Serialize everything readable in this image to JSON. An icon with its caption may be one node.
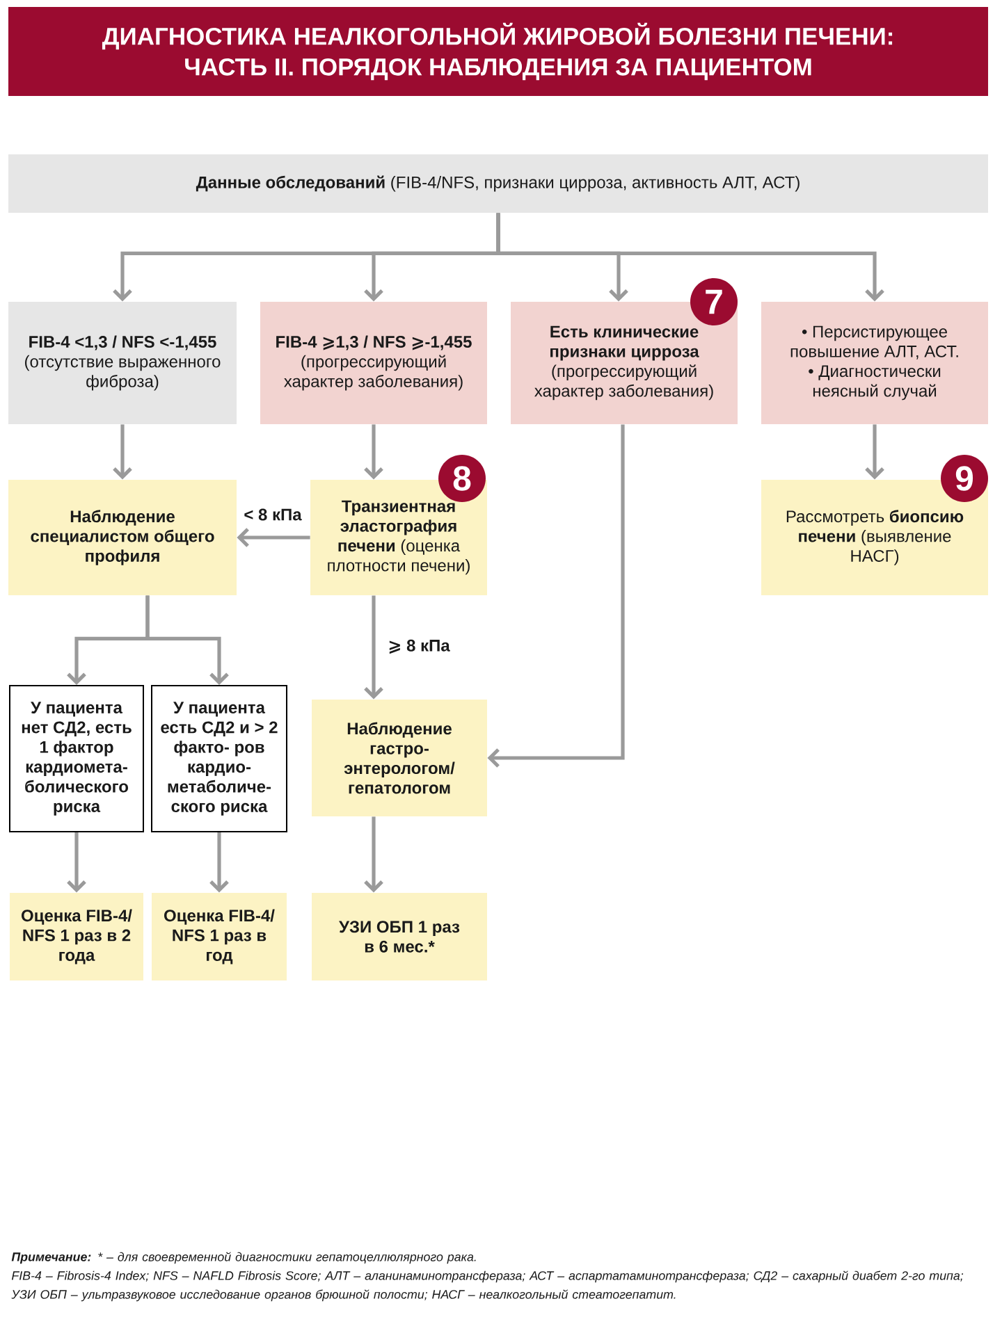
{
  "diagram": {
    "title": "ДИАГНОСТИКА НЕАЛКОГОЛЬНОЙ ЖИРОВОЙ БОЛЕЗНИ ПЕЧЕНИ: ЧАСТЬ II. ПОРЯДОК НАБЛЮДЕНИЯ ЗА ПАЦИЕНТОМ",
    "nodes": [
      {
        "text": [
          "**Данные обследований** (FIB-4/NFS, признаки цирроза, активность АЛТ, АСТ)"
        ]
      },
      {
        "text": [
          "FIB-4 <1,3 / NFS <-1,455",
          "(отсутствие выраженного фиброза)"
        ]
      },
      {
        "text": [
          "FIB-4 ⩾1,3 / NFS ⩾-1,455",
          "(прогрессирующий характер заболевания)"
        ]
      },
      {
        "text": [
          "Есть клинические признаки цирроза",
          "(прогрессирующий характер заболевания)"
        ]
      },
      {
        "text": [
          "7"
        ]
      },
      {
        "text": [
          "• Персистирующее повышение АЛТ, АСТ.",
          "• Диагностически неясный случай"
        ]
      },
      {
        "text": [
          "Наблюдение специалистом общего профиля"
        ]
      },
      {
        "text": [
          "**Транзиентная эластография печени** (оценка плотности печени)"
        ]
      },
      {
        "text": [
          "8"
        ]
      },
      {
        "text": [
          "Рассмотреть **биопсию печени** (выявление НАСГ)"
        ]
      },
      {
        "text": [
          "9"
        ]
      },
      {
        "text": [
          "У пациента нет СД2, есть 1 фактор кардиомета- болического риска"
        ]
      },
      {
        "text": [
          "У пациента есть СД2 и > 2 факто- ров кардио- метаболиче- ского риска"
        ]
      },
      {
        "text": [
          "Наблюдение гастро- энтерологом/ гепатологом"
        ]
      },
      {
        "text": [
          "Оценка FIB-4/ NFS 1 раз в 2 года"
        ]
      },
      {
        "text": [
          "Оценка FIB-4/ NFS 1 раз в год"
        ]
      },
      {
        "text": [
          "УЗИ ОБП 1 раз в 6 мес.*"
        ]
      }
    ],
    "edges": [
      {
        "from": 0,
        "to": 1,
        "arrow": "to"
      },
      {
        "from": 0,
        "to": 2,
        "arrow": "to"
      },
      {
        "from": 0,
        "to": 3,
        "arrow": "to"
      },
      {
        "from": 0,
        "to": 5,
        "arrow": "to"
      },
      {
        "from": 1,
        "to": 6,
        "arrow": "to"
      },
      {
        "from": 2,
        "to": 7,
        "arrow": "to"
      },
      {
        "from": 5,
        "to": 9,
        "arrow": "to"
      },
      {
        "from": 7,
        "to": 6,
        "arrow": "to",
        "label": "< 8 кПа"
      },
      {
        "from": 6,
        "to": 11,
        "arrow": "to"
      },
      {
        "from": 6,
        "to": 12,
        "arrow": "to"
      },
      {
        "from": 7,
        "to": 13,
        "arrow": "to",
        "label": "⩾ 8 кПа"
      },
      {
        "from": 3,
        "to": 13,
        "arrow": "to"
      },
      {
        "from": 11,
        "to": 14,
        "arrow": "to"
      },
      {
        "from": 12,
        "to": 15,
        "arrow": "to"
      },
      {
        "from": 13,
        "to": 16,
        "arrow": "to"
      }
    ],
    "labels": [
      "**Примечание:** * – для своевременной диагностики гепатоцеллюлярного рака.",
      "FIB-4 – Fibrosis-4 Index; NFS – NAFLD Fibrosis Score; АЛТ – аланинаминотрансфераза; АСТ – аспартатаминотрансфераза; СД2 – сахарный диабет 2-го типа;",
      "УЗИ ОБП – ультразвуковое исследование органов брюшной полости; НАСГ – неалкогольный стеатогепатит."
    ]
  }
}
